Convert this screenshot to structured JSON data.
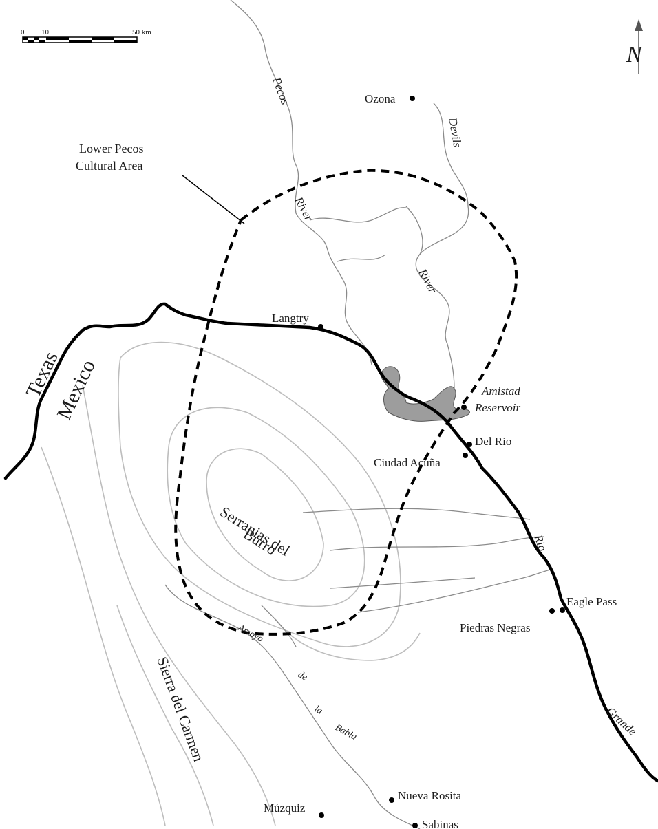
{
  "scale": {
    "labels": [
      "0",
      "10",
      "50 km"
    ]
  },
  "north": {
    "label": "N"
  },
  "cultural_area": {
    "label_line1": "Lower Pecos",
    "label_line2": "Cultural Area"
  },
  "countries": {
    "texas": "Texas",
    "mexico": "Mexico"
  },
  "places": {
    "ozona": "Ozona",
    "langtry": "Langtry",
    "del_rio": "Del Rio",
    "ciudad_acuna": "Ciudad Acuña",
    "eagle_pass": "Eagle Pass",
    "piedras_negras": "Piedras Negras",
    "nueva_rosita": "Nueva Rosita",
    "sabinas": "Sabinas",
    "muzquiz": "Múzquiz"
  },
  "reservoir": {
    "line1": "Amistad",
    "line2": "Reservoir"
  },
  "rivers": {
    "pecos": "Pecos",
    "pecos_river": "River",
    "devils": "Devils",
    "devils_river": "River",
    "rio": "Rio",
    "grande": "Grande",
    "arroyo": "Arroyo",
    "de": "de",
    "la": "la",
    "babia": "Babia"
  },
  "regions": {
    "serranias_line1": "Serranias del",
    "serranias_line2": "Burro",
    "sierra_carmen": "Sierra del Carmen"
  }
}
